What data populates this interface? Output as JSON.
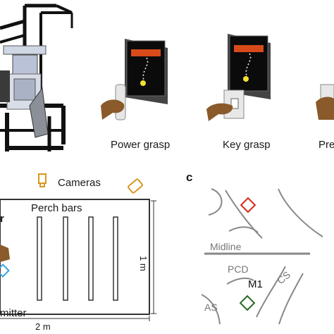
{
  "panel_a": {
    "grasp_labels": [
      "Power grasp",
      "Key grasp",
      "Pre"
    ]
  },
  "panel_b": {
    "cameras_label": "Cameras",
    "perch_bars_label": "Perch bars",
    "left_edge_fragment": "r",
    "transmitter_fragment": "mitter",
    "height_label": "1 m",
    "width_label": "2 m"
  },
  "panel_c": {
    "panel_letter": "c",
    "midline_label": "Midline",
    "pcd_label": "PCD",
    "m1_label": "M1",
    "cs_label": "CS",
    "as_label": "AS"
  },
  "colors": {
    "camera": "#d9961f",
    "red_target": "#d42a1a",
    "green_target": "#2a6a2a",
    "blue_target": "#3aa0e0",
    "hand": "#8a5a2a",
    "brain_line": "#888888"
  }
}
